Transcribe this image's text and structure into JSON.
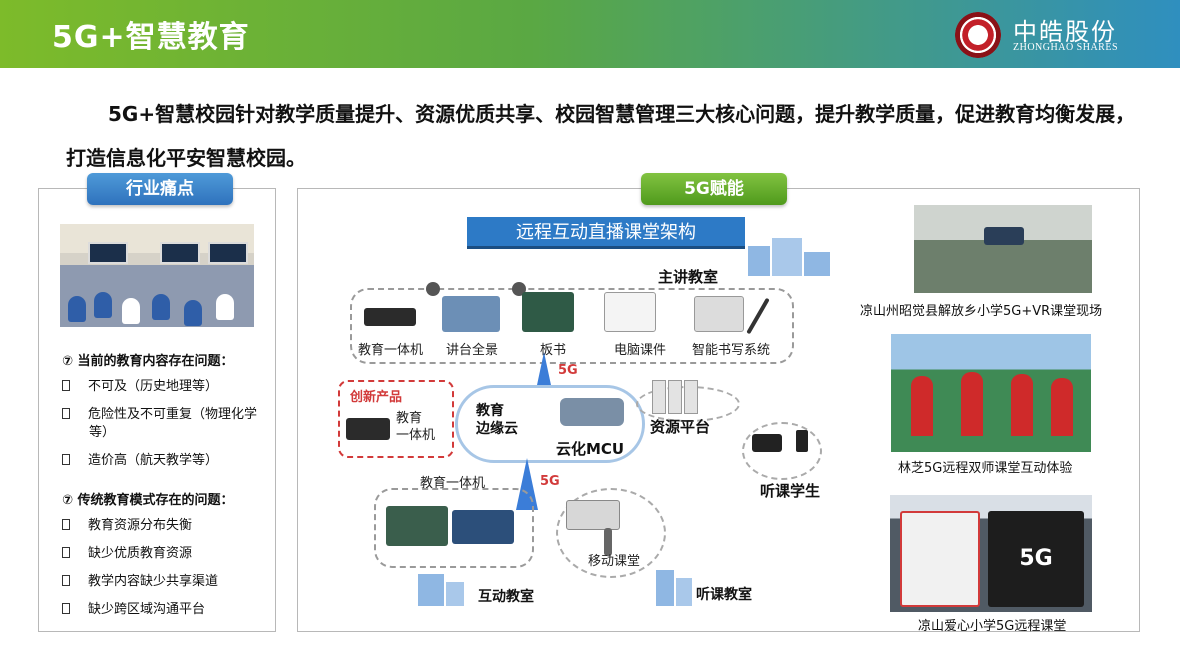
{
  "header": {
    "title": "5G+智慧教育",
    "logo_cn": "中皓股份",
    "logo_en": "ZHONGHAO SHARES"
  },
  "intro": "5G+智慧校园针对教学质量提升、资源优质共享、校园智慧管理三大核心问题，提升教学质量，促进教育均衡发展，打造信息化平安智慧校园。",
  "left": {
    "pill": "行业痛点",
    "section1_title": "当前的教育内容存在问题：",
    "section1_items": [
      "不可及（历史地理等）",
      "危险性及不可重复（物理化学等）",
      "造价高（航天教学等）"
    ],
    "section2_title": "传统教育模式存在的问题：",
    "section2_items": [
      "教育资源分布失衡",
      "缺少优质教育资源",
      "教学内容缺少共享渠道",
      "缺少跨区域沟通平台"
    ],
    "bullet_glyph": "⑦"
  },
  "center": {
    "pill": "5G赋能",
    "arch_title": "远程互动直播课堂架构",
    "main_classroom": "主讲教室",
    "devices": [
      "教育一体机",
      "讲台全景",
      "板书",
      "电脑课件",
      "智能书写系统"
    ],
    "innovation": "创新产品",
    "innovation_device": "教育一体机",
    "innovation_device_line1": "教育",
    "innovation_device_line2": "一体机",
    "edge_cloud_line1": "教育",
    "edge_cloud_line2": "边缘云",
    "mcu": "云化MCU",
    "resource_platform": "资源平台",
    "listening_students": "听课学生",
    "g5_top": "5G",
    "g5_bottom": "5G",
    "bottom_device": "教育一体机",
    "mobile_classroom": "移动课堂",
    "interactive_classroom": "互动教室",
    "listening_classroom": "听课教室"
  },
  "right": {
    "captions": [
      "凉山州昭觉县解放乡小学5G+VR课堂现场",
      "林芝5G远程双师课堂互动体验",
      "凉山爱心小学5G远程课堂"
    ],
    "poster_text": "5G"
  },
  "colors": {
    "header_start": "#7dbb2a",
    "header_end": "#2f8fbf",
    "pill_blue": "#2e72bd",
    "pill_green": "#4f9a1c",
    "arch_title_bg": "#2d7ac6",
    "accent_red": "#d23a3a"
  }
}
